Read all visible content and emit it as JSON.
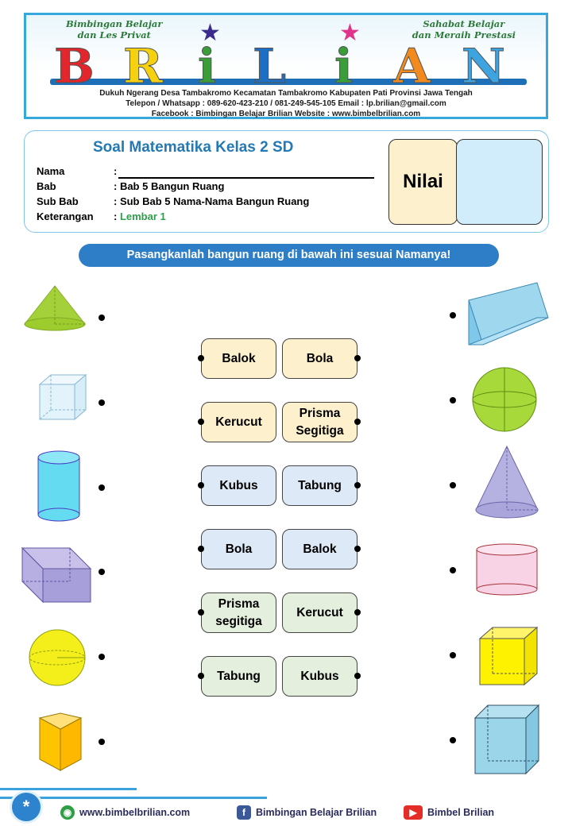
{
  "header": {
    "tagline_left": [
      "Bimbingan Belajar",
      "dan Les Privat"
    ],
    "tagline_right": [
      "Sahabat Belajar",
      "dan Meraih Prestasi"
    ],
    "logo_letters": [
      "B",
      "R",
      "i",
      "L",
      "i",
      "A",
      "N"
    ],
    "address": "Dukuh Ngerang Desa Tambakromo Kecamatan Tambakromo Kabupaten Pati Provinsi Jawa Tengah",
    "contact": "Telepon / Whatsapp : 089-620-423-210 / 081-249-545-105      Email : lp.brilian@gmail.com",
    "social": "Facebook : Bimbingan Belajar Brilian      Website : www.bimbelbrilian.com"
  },
  "info": {
    "title": "Soal Matematika Kelas 2 SD",
    "rows": [
      {
        "label": "Nama",
        "value": ":"
      },
      {
        "label": "Bab",
        "value": ": Bab 5 Bangun Ruang"
      },
      {
        "label": "Sub Bab",
        "value": ": Sub Bab 5 Nama-Nama Bangun Ruang"
      },
      {
        "label": "Keterangan",
        "value": ": ",
        "highlight": "Lembar 1"
      }
    ],
    "nilai_label": "Nilai"
  },
  "instruction": "Pasangkanlah bangun ruang di bawah ini sesuai Namanya!",
  "cards_left": [
    {
      "label": "Balok",
      "color": "yellow"
    },
    {
      "label": "Kerucut",
      "color": "yellow"
    },
    {
      "label": "Kubus",
      "color": "blue"
    },
    {
      "label": "Bola",
      "color": "blue"
    },
    {
      "label": "Prisma segitiga",
      "color": "green"
    },
    {
      "label": "Tabung",
      "color": "green"
    }
  ],
  "cards_right": [
    {
      "label": "Bola",
      "color": "yellow"
    },
    {
      "label": "Prisma Segitiga",
      "color": "yellow"
    },
    {
      "label": "Tabung",
      "color": "blue"
    },
    {
      "label": "Balok",
      "color": "blue"
    },
    {
      "label": "Kerucut",
      "color": "green"
    },
    {
      "label": "Kubus",
      "color": "green"
    }
  ],
  "shapes_left": [
    "cone-icon",
    "cube-icon",
    "cylinder-icon",
    "cuboid-icon",
    "sphere-icon",
    "triangular-prism-icon"
  ],
  "shapes_right": [
    "triangular-prism-icon",
    "sphere-icon",
    "cone-icon",
    "cylinder-icon",
    "cube-icon",
    "cuboid-icon"
  ],
  "footer": {
    "website": "www.bimbelbrilian.com",
    "facebook": "Bimbingan Belajar Brilian",
    "youtube": "Bimbel Brilian",
    "badge": "*"
  },
  "colors": {
    "accent": "#2d7ec6",
    "card_yellow": "#fdf0cd",
    "card_blue": "#dde9f6",
    "card_green": "#e4efdd"
  }
}
